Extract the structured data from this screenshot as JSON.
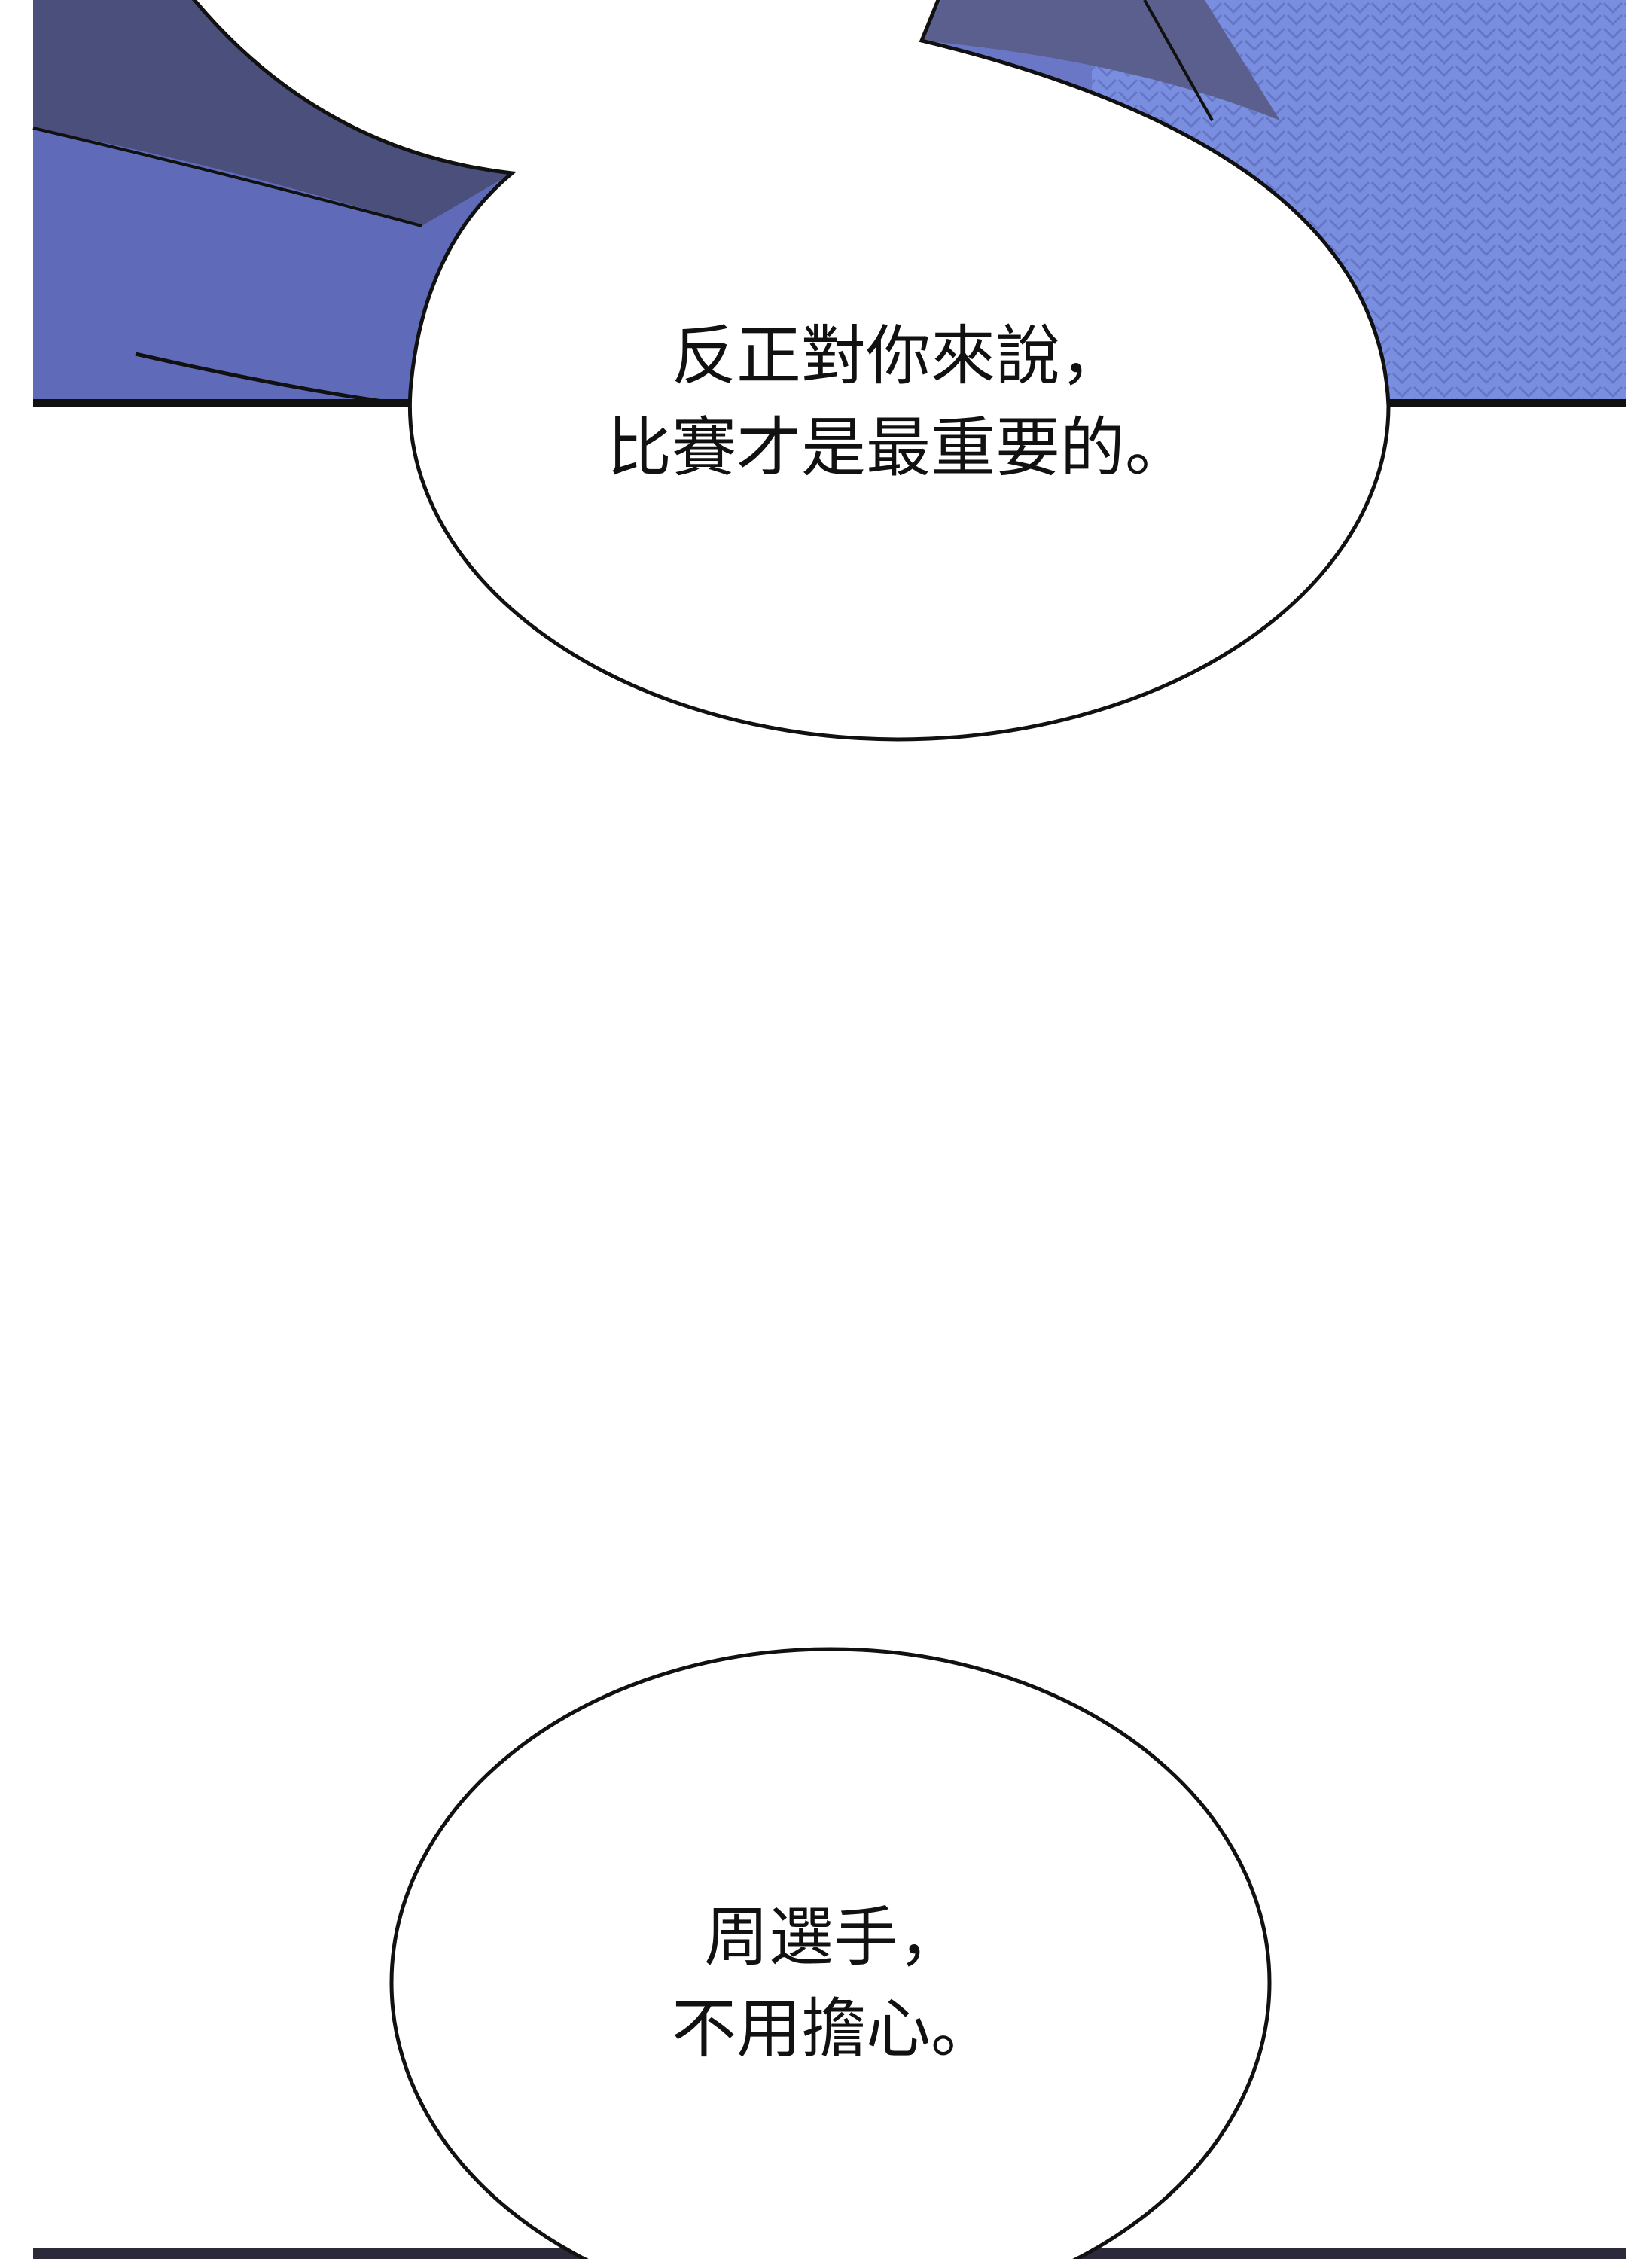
{
  "panels": {
    "top": {
      "colors": {
        "shirt": "#6a77c6",
        "shadow": "#4b4f7c",
        "sweater": "#7a8ee0",
        "border": "#111111"
      }
    },
    "bottom": {
      "colors": {
        "background": "#2a2a3a"
      }
    }
  },
  "bubbles": [
    {
      "lines": [
        "反正對你來說，",
        "比賽才是最重要的。"
      ]
    },
    {
      "lines": [
        "周選手，",
        "不用擔心。"
      ]
    }
  ]
}
